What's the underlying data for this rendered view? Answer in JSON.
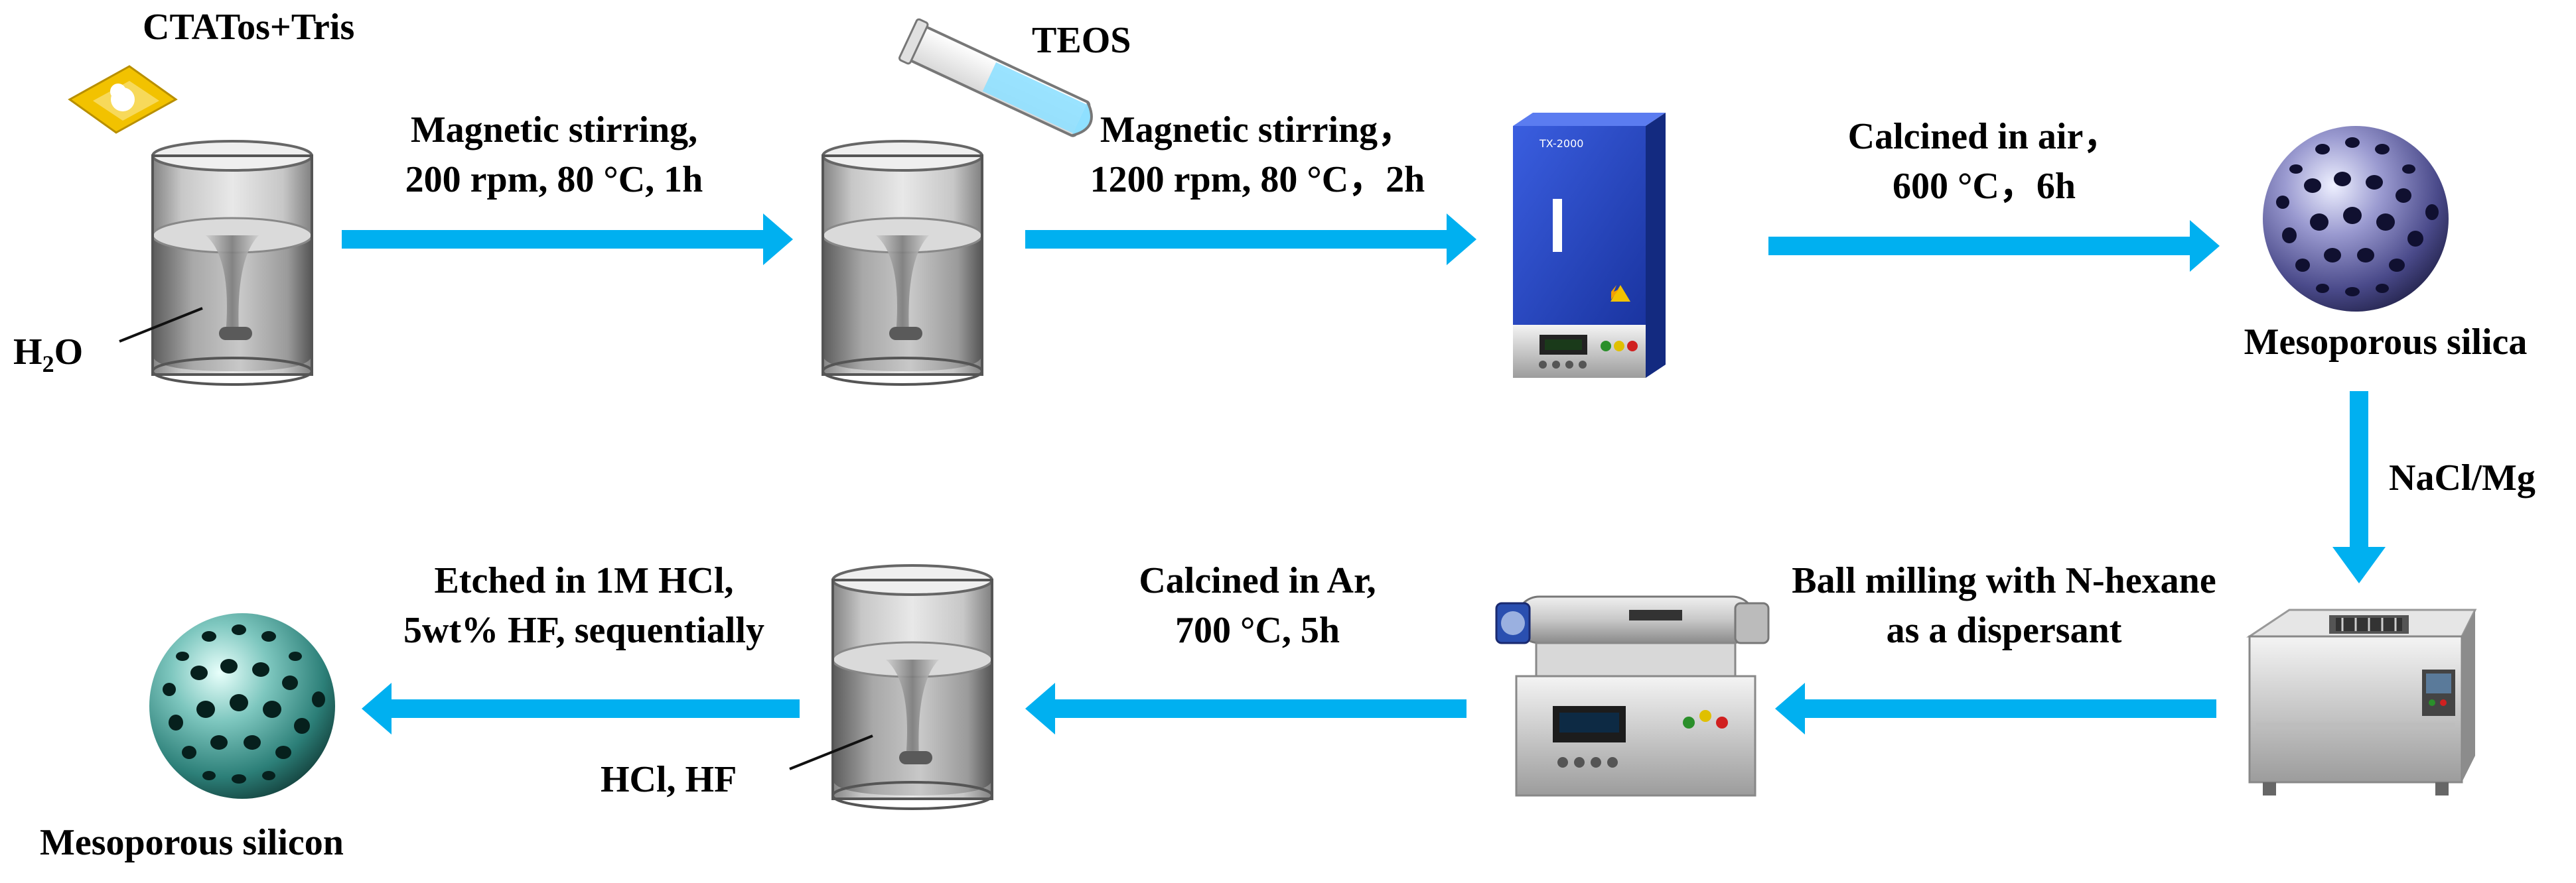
{
  "reagents": {
    "top_left": "CTATos+Tris",
    "water_main": "H",
    "water_sub": "2",
    "water_tail": "O",
    "teos": "TEOS",
    "acids": "HCl, HF"
  },
  "steps": {
    "step1_line1": "Magnetic stirring,",
    "step1_line2": "200 rpm, 80 °C, 1h",
    "step2_line1": "Magnetic stirring，",
    "step2_line2": "1200 rpm, 80 °C，2h",
    "step3_line1": "Calcined in air，",
    "step3_line2": "600 °C，6h",
    "step4": "NaCl/Mg",
    "step5_line1": "Ball milling with N-hexane",
    "step5_line2": "as a dispersant",
    "step6_line1": "Calcined in Ar,",
    "step6_line2": "700 °C, 5h",
    "step7_line1": "Etched in 1M HCl,",
    "step7_line2": "5wt% HF, sequentially"
  },
  "products": {
    "silica": "Mesoporous  silica",
    "silicon": "Mesoporous  silicon"
  },
  "equipment": {
    "furnace_model": "TX-2000"
  },
  "colors": {
    "arrow": "#00b0f0",
    "silica_sphere": "#5a5aa0",
    "silicon_sphere": "#2f8c84",
    "furnace_body": "#2244b8",
    "weigh_paper": "#f2c200",
    "teos_liquid": "#8fe0ff"
  }
}
